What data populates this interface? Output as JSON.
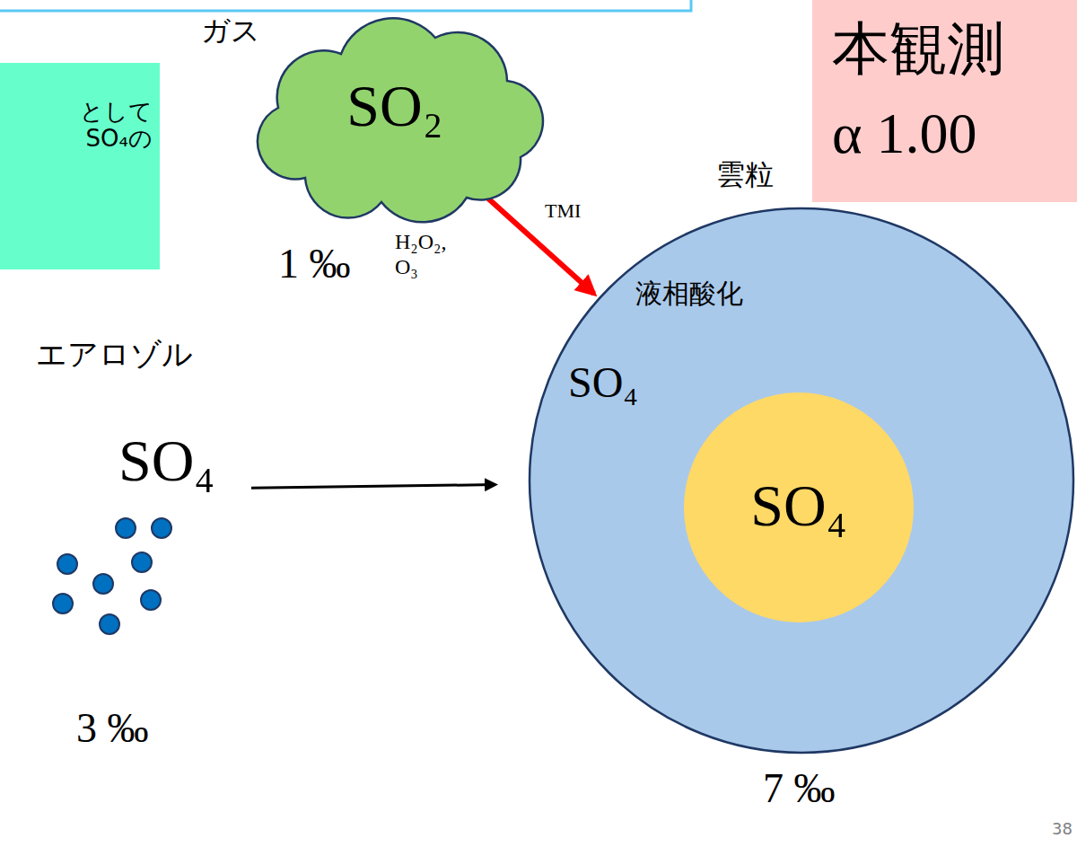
{
  "diagram": {
    "nodes": [
      {
        "text": [
          "として SO₄の"
        ]
      },
      {
        "text": [
          "ガス",
          "SO₂"
        ]
      },
      {
        "text": [
          "本観測",
          "α 1.00"
        ]
      },
      {
        "text": [
          "エアロゾル",
          "SO₄"
        ]
      },
      {
        "text": [
          "雲粒",
          "液相酸化",
          "SO₄"
        ]
      },
      {
        "text": [
          "SO₄"
        ],
        "in": 4
      }
    ],
    "edges": [
      {
        "from": 1,
        "to": 4,
        "arrow": "to",
        "label": "TMI"
      },
      {
        "from": 3,
        "to": 4,
        "arrow": "to"
      }
    ],
    "labels": [
      "1 ‰",
      "H₂O₂, O₃",
      "3 ‰",
      "7 ‰",
      "38"
    ]
  }
}
